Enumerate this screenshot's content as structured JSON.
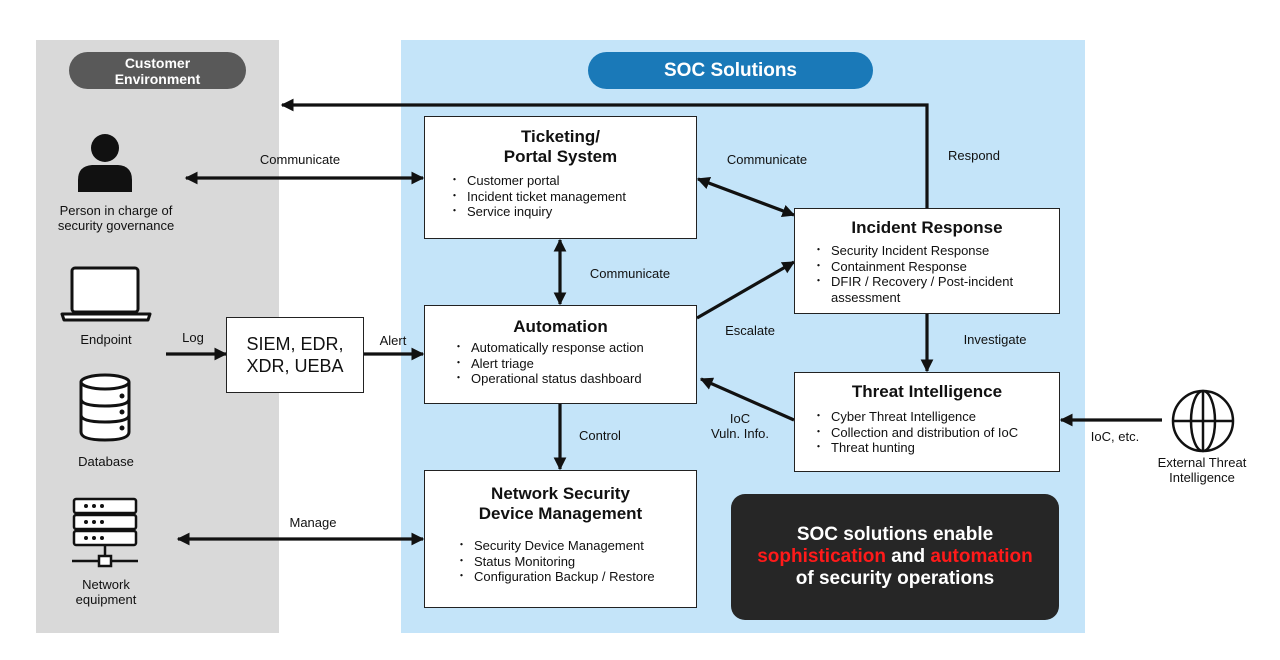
{
  "customer_env": {
    "title": "Customer Environment",
    "person": "Person in charge of security governance",
    "endpoint": "Endpoint",
    "database": "Database",
    "network": "Network equipment"
  },
  "soc": {
    "title": "SOC Solutions"
  },
  "siem": {
    "label": "SIEM, EDR, XDR, UEBA"
  },
  "ticketing": {
    "title_line1": "Ticketing/",
    "title_line2": "Portal System",
    "items": [
      "Customer portal",
      "Incident ticket management",
      "Service inquiry"
    ]
  },
  "automation": {
    "title": "Automation",
    "items": [
      "Automatically response action",
      "Alert triage",
      "Operational status dashboard"
    ]
  },
  "nsdm": {
    "title_line1": "Network Security",
    "title_line2": "Device Management",
    "items": [
      "Security Device Management",
      "Status Monitoring",
      "Configuration Backup / Restore"
    ]
  },
  "incident": {
    "title": "Incident Response",
    "items": [
      "Security Incident Response",
      "Containment Response",
      "DFIR / Recovery / Post-incident assessment"
    ]
  },
  "threat": {
    "title": "Threat Intelligence",
    "items": [
      "Cyber Threat Intelligence",
      "Collection and distribution of IoC",
      "Threat hunting"
    ]
  },
  "external": {
    "label": "External Threat Intelligence"
  },
  "arrows": {
    "communicate_person": "Communicate",
    "log": "Log",
    "alert": "Alert",
    "manage": "Manage",
    "communicate_ticket_auto": "Communicate",
    "communicate_ticket_ir": "Communicate",
    "respond": "Respond",
    "escalate": "Escalate",
    "investigate": "Investigate",
    "ioc_line1": "IoC",
    "ioc_line2": "Vuln. Info.",
    "control": "Control",
    "ioc_etc": "IoC, etc."
  },
  "callout": {
    "line1": "SOC solutions enable",
    "word_sophistication": "sophistication",
    "word_and": " and ",
    "word_automation": "automation",
    "line3": "of security operations"
  },
  "colors": {
    "customer_bg": "#d9d9d9",
    "soc_bg": "#c4e4f9",
    "soc_pill": "#1a79b8",
    "customer_pill": "#595959",
    "callout_bg": "#262626",
    "highlight_red": "#ff1a1a"
  }
}
